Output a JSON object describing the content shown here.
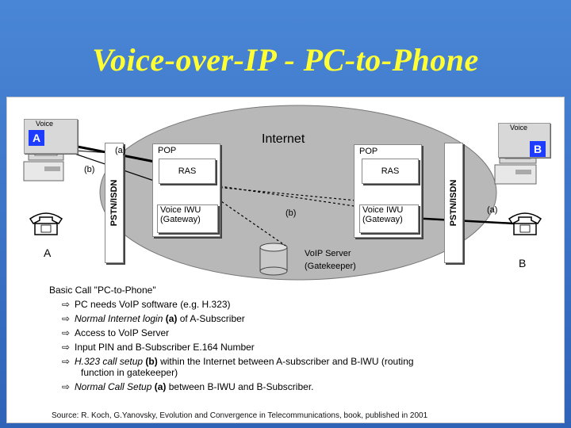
{
  "title": "Voice-over-IP - PC-to-Phone",
  "network": {
    "internet_label": "Internet",
    "pop_left": "POP",
    "pop_right": "POP",
    "ras_left": "RAS",
    "ras_right": "RAS",
    "iwu_left_line1": "Voice IWU",
    "iwu_left_line2": "(Gateway)",
    "iwu_right_line1": "Voice IWU",
    "iwu_right_line2": "(Gateway)",
    "server_line1": "VoIP Server",
    "server_line2": "(Gatekeeper)",
    "pstn_left": "PSTN/ISDN",
    "pstn_right": "PSTN/ISDN",
    "path_a_left": "(a)",
    "path_b_left": "(b)",
    "path_b_mid": "(b)",
    "path_a_right": "(a)"
  },
  "endpoints": {
    "a_voice": "Voice",
    "a_pc": "A",
    "a_phone": "A",
    "b_voice": "Voice",
    "b_pc": "B",
    "b_phone": "B"
  },
  "bullets": {
    "heading": "Basic Call \"PC-to-Phone\"",
    "b1": "PC needs VoIP software (e.g. H.323)",
    "b2_italic": "Normal Internet login",
    "b2_bold": "(a)",
    "b2_rest": "of A-Subscriber",
    "b3": "Access to VoIP Server",
    "b4": "Input PIN  and B-Subscriber E.164 Number",
    "b5_italic": "H.323 call setup",
    "b5_bold": "(b)",
    "b5_rest": "within the Internet between A-subscriber and B-IWU (routing",
    "b5_cont": "function in gatekeeper)",
    "b6_italic": "Normal Call Setup",
    "b6_bold": "(a)",
    "b6_rest": "between B-IWU and B-Subscriber."
  },
  "source": "Source: R. Koch, G.Yanovsky, Evolution and Convergence in Telecommunications, book, published in 2001",
  "colors": {
    "background": "#3b6fc0",
    "title": "#ffff33",
    "cloud": "#b8b8b8",
    "endpoint_accent": "#1e3cff"
  },
  "icons": {
    "arrow": "⇨",
    "phone": "telephone-icon",
    "pc": "computer-icon",
    "server": "database-icon"
  }
}
